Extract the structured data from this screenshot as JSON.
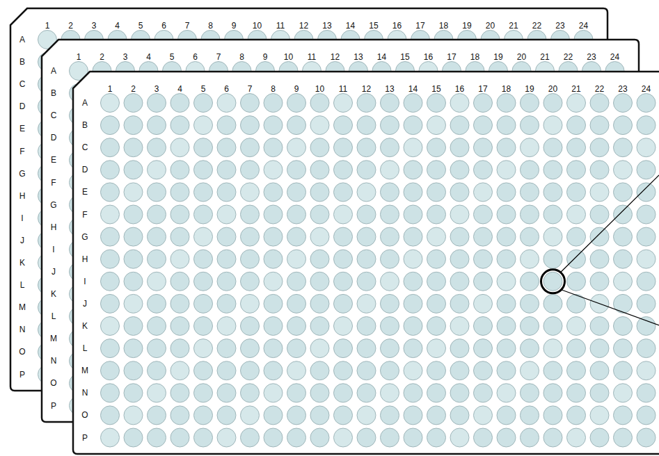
{
  "diagram": {
    "nodes": [
      {
        "text": [
          "1",
          "2",
          "3",
          "4",
          "5",
          "6",
          "7",
          "8",
          "9",
          "10",
          "11",
          "12",
          "13",
          "14",
          "15",
          "16",
          "17",
          "18",
          "19",
          "20",
          "21",
          "22",
          "23",
          "24",
          "A",
          "B",
          "C",
          "D",
          "E",
          "F",
          "G",
          "H",
          "I",
          "J",
          "K",
          "L",
          "M",
          "N",
          "O",
          "P"
        ]
      },
      {
        "text": [
          "1",
          "2",
          "3",
          "4",
          "5",
          "6",
          "7",
          "8",
          "9",
          "10",
          "11",
          "12",
          "13",
          "14",
          "15",
          "16",
          "17",
          "18",
          "19",
          "20",
          "21",
          "22",
          "23",
          "24",
          "A",
          "B",
          "C",
          "D",
          "E",
          "F",
          "G",
          "H",
          "I",
          "J",
          "K",
          "L",
          "M",
          "N",
          "O",
          "P"
        ]
      },
      {
        "text": [
          "1",
          "2",
          "3",
          "4",
          "5",
          "6",
          "7",
          "8",
          "9",
          "10",
          "11",
          "12",
          "13",
          "14",
          "15",
          "16",
          "17",
          "18",
          "19",
          "20",
          "21",
          "22",
          "23",
          "24",
          "A",
          "B",
          "C",
          "D",
          "E",
          "F",
          "G",
          "H",
          "I",
          "J",
          "K",
          "L",
          "M",
          "N",
          "O",
          "P"
        ]
      }
    ]
  }
}
